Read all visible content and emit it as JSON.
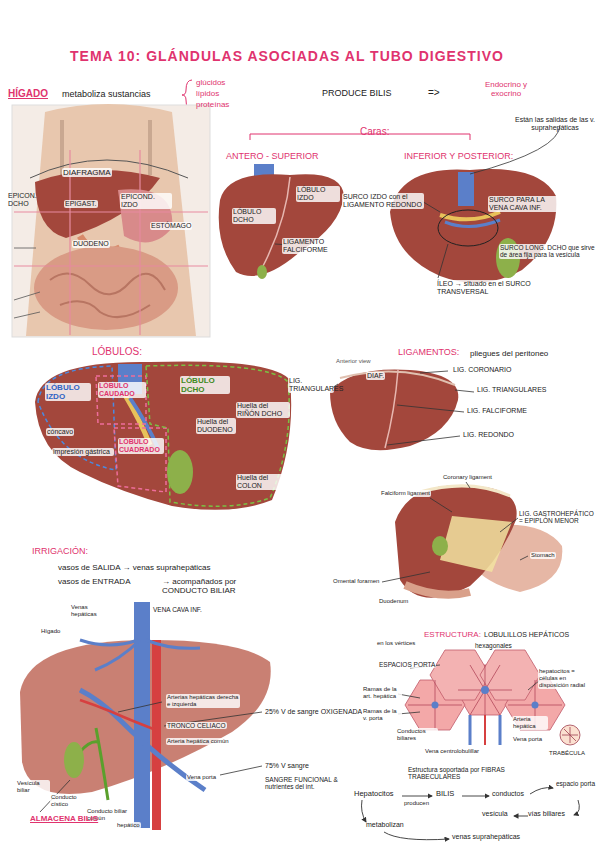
{
  "diagram": {
    "title": "TEMA 10: GLÁNDULAS ASOCIADAS AL TUBO DIGESTIVO",
    "labels": [
      "HÍGADO",
      "metaboliza sustancias",
      "glúcidos",
      "lípidos",
      "proteínas",
      "PRODUCE BILIS",
      "=>",
      "Endocrino y exocrino",
      "Caras:",
      "Están las salidas de las v. suprahepáticas",
      "ANTERO - SUPERIOR",
      "INFERIOR Y POSTERIOR:",
      "DIAFRAGMA",
      "EPICON. DCHO",
      "EPIGAST.",
      "EPICOND. IZDO",
      "ESTÓMAGO",
      "DUODENO",
      "LÓBULO IZDO",
      "LÓBULO DCHO",
      "LIGAMENTO FALCIFORME",
      "SURCO IZDO con el LIGAMENTO REDONDO",
      "SURCO PARA LA VENA CAVA INF.",
      "SURCO LONG. DCHO que sirve de área fija para la vesícula",
      "ÍLEO → situado en el SURCO TRANSVERSAL",
      "LÓBULOS:",
      "LÓBULO IZDO",
      "LÓBULO CAUDADO",
      "LÓBULO DCHO",
      "cóncavo",
      "impresión gástrica",
      "LÓBULO CUADRADO",
      "Huella del DUODENO",
      "Huella del RIÑÓN DCHO",
      "Huella del COLON",
      "LIGAMENTOS:",
      "pliegues del peritoneo",
      "Anterior view",
      "DIAF.",
      "LIG. CORONARIO",
      "LIG. TRIANGULARES",
      "LIG. TRIANGULARES",
      "LIG. FALCIFORME",
      "LIG. REDONDO",
      "Coronary ligament",
      "Falciform ligament",
      "LIG. GASTROHEPÁTICO = EPIPLÓN MENOR",
      "Stomach",
      "Omental foramen",
      "Duodenum",
      "IRRIGACIÓN:",
      "vasos de SALIDA → venas suprahepáticas",
      "vasos de ENTRADA",
      "→ acompañados por CONDUCTO BILIAR",
      "Venas hepáticas",
      "VENA CAVA INF.",
      "Hígado",
      "Arterias hepáticas derecha e izquierda",
      "25% V de sangre OXIGENADA",
      "TRONCO CELIACO",
      "Arteria hepática común",
      "Vesícula biliar",
      "Conducto cístico",
      "Conducto biliar común",
      "hepático",
      "Vena porta",
      "75% V sangre",
      "SANGRE FUNCIONAL & nutrientes del int.",
      "ALMACENA BILIS",
      "ESTRUCTURA:",
      "LOBULILLOS HEPÁTICOS",
      "en los vértices",
      "hexagonales",
      "ESPACIOS PORTA",
      "hepatocitos = células en disposición radial",
      "Ramas de la art. hepática",
      "Ramas de la v. porta",
      "Conductos biliares",
      "Arteria hepática",
      "Vena porta",
      "Vena centrolobulillar",
      "TRABÉCULA",
      "Estructura soportada por FIBRAS TRABECULARES",
      "Hepatocitos",
      "producen",
      "BILIS",
      "conductos",
      "espacio porta",
      "vesícula",
      "vías biliares",
      "metabolizan",
      "venas suprahepáticas"
    ]
  }
}
